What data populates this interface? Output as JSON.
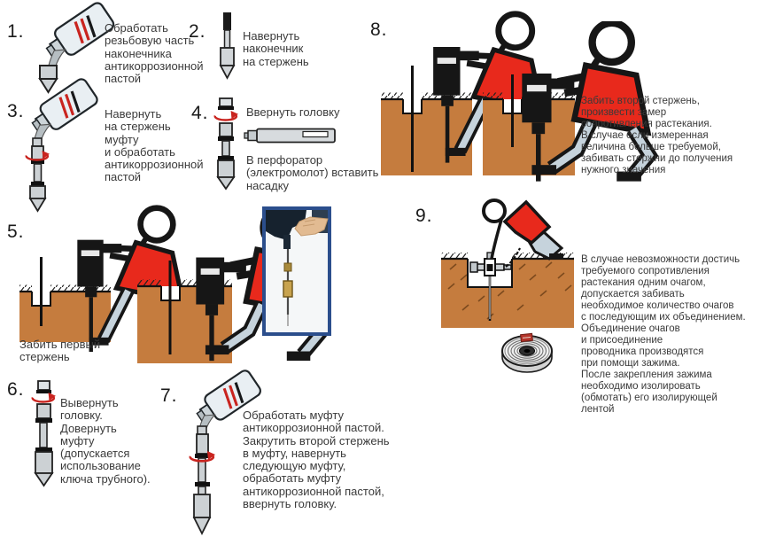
{
  "colors": {
    "background": "#ffffff",
    "ground": "#c57c3e",
    "worker_shirt": "#e8291c",
    "worker_legs": "#c6d3dc",
    "rotation_arrow": "#c9241f",
    "photo_border": "#2b4e8c",
    "rod_metal": "#ccd1d4",
    "text": "#3a3a3a"
  },
  "icons": {
    "paste_bottle": "paste-bottle-icon",
    "ground_rod": "ground-rod-icon",
    "rod_tip": "rod-tip-icon",
    "rotation_arrow": "rotation-arrow-icon",
    "drill_adapter": "drill-adapter-icon",
    "worker_jackhammer": "worker-with-jackhammer-icon",
    "ground_block": "ground-block",
    "clamp": "clamp-icon",
    "tape_roll": "insulating-tape-roll-icon",
    "perforator_photo": "perforator-photo"
  },
  "steps": [
    {
      "num": "1.",
      "text": "Обработать\nрезьбовую часть\nнаконечника\nантикоррозионной\nпастой"
    },
    {
      "num": "2.",
      "text": "Навернуть\nнаконечник\nна стержень"
    },
    {
      "num": "3.",
      "text": "Навернуть\nна стержень\nмуфту\nи обработать\nантикоррозионной\nпастой"
    },
    {
      "num": "4.",
      "text_top": "Ввернуть головку",
      "text_bottom": "В перфоратор\n(электромолот) вставить\nнасадку"
    },
    {
      "num": "5.",
      "text": "Забить первый\nстержень"
    },
    {
      "num": "6.",
      "text": "Вывернуть\nголовку.\nДовернуть\nмуфту\n(допускается\nиспользование\nключа трубного)."
    },
    {
      "num": "7.",
      "text": "Обработать муфту\nантикоррозионной пастой.\nЗакрутить второй стержень\nв муфту, навернуть\nследующую муфту,\nобработать муфту\nантикоррозионной пастой,\nввернуть головку."
    },
    {
      "num": "8.",
      "text": "Забить второй стержень,\nпроизвести замер\nсопротивления растекания.\nВ случае если измеренная\nвеличина больше требуемой,\nзабивать стержни до получения\nнужного значения"
    },
    {
      "num": "9.",
      "text": "В случае невозможности достичь\nтребуемого сопротивления\nрастекания одним очагом,\nдопускается забивать\nнеобходимое количество очагов\nс последующим их объединением.\nОбъединение очагов\nи присоединение\nпроводника производятся\nпри помощи зажима.\nПосле закрепления зажима\nнеобходимо изолировать\n(обмотать) его изолирующей\nлентой"
    }
  ]
}
